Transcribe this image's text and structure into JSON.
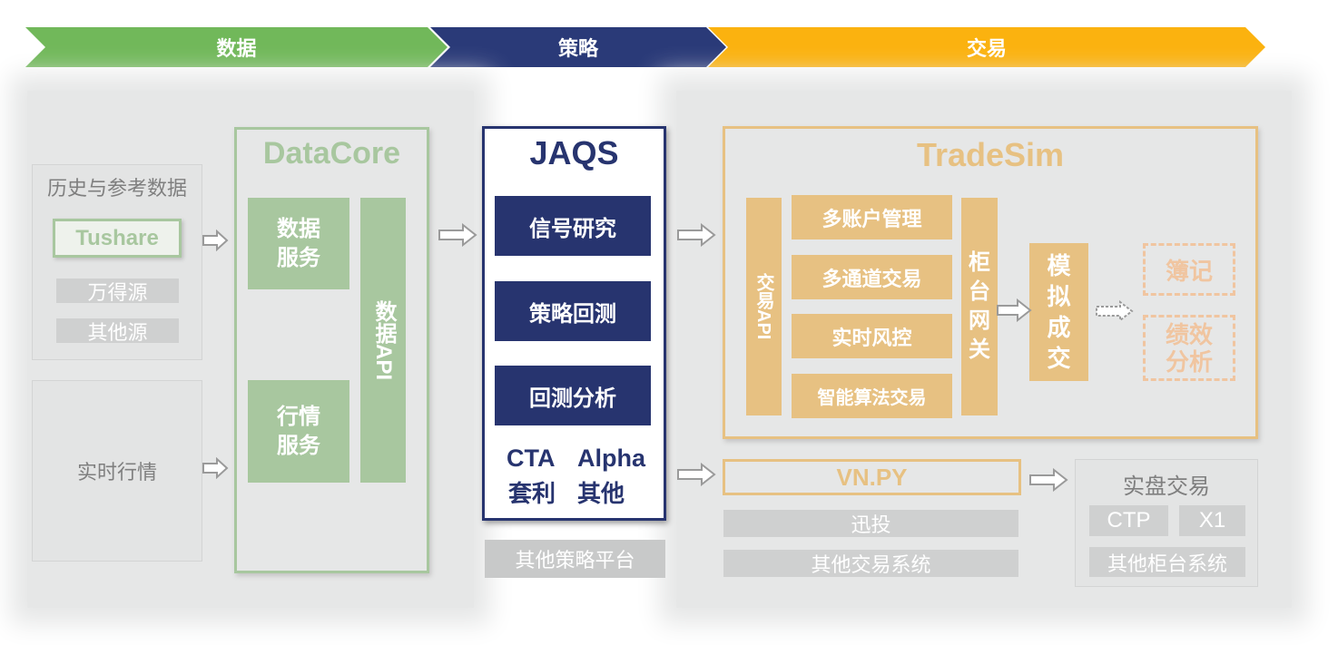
{
  "banners": {
    "data": "数据",
    "strategy": "策略",
    "trade": "交易"
  },
  "data_section": {
    "history_title": "历史与参考数据",
    "tushare": "Tushare",
    "wind": "万得源",
    "other_source": "其他源",
    "realtime": "实时行情"
  },
  "datacore": {
    "title": "DataCore",
    "data_service": "数据服务",
    "market_service": "行情服务",
    "data_api": "数据API"
  },
  "jaqs": {
    "title": "JAQS",
    "signal": "信号研究",
    "backtest": "策略回测",
    "analysis": "回测分析",
    "cta": "CTA",
    "alpha": "Alpha",
    "arbitrage": "套利",
    "other": "其他",
    "other_platform": "其他策略平台"
  },
  "tradesim": {
    "title": "TradeSim",
    "trade_api": "交易API",
    "multi_account": "多账户管理",
    "multi_channel": "多通道交易",
    "risk": "实时风控",
    "algo": "智能算法交易",
    "gateway": "柜台网关",
    "sim_match": "模拟成交",
    "ledger": "簿记",
    "perf": "绩效分析"
  },
  "vnpy": {
    "title": "VN.PY",
    "xuntou": "迅投",
    "other_trade": "其他交易系统"
  },
  "live": {
    "title": "实盘交易",
    "ctp": "CTP",
    "x1": "X1",
    "other_counter": "其他柜台系统"
  },
  "colors": {
    "green": "#71b85a",
    "navy": "#2a3a78",
    "orange": "#fbb20f",
    "light_green": "#a8c79f",
    "light_orange": "#e7c182",
    "peach": "#f0c5a0"
  },
  "icons": {
    "arrow": "hollow-right-arrow",
    "dashed_arrow": "dashed-right-arrow"
  }
}
